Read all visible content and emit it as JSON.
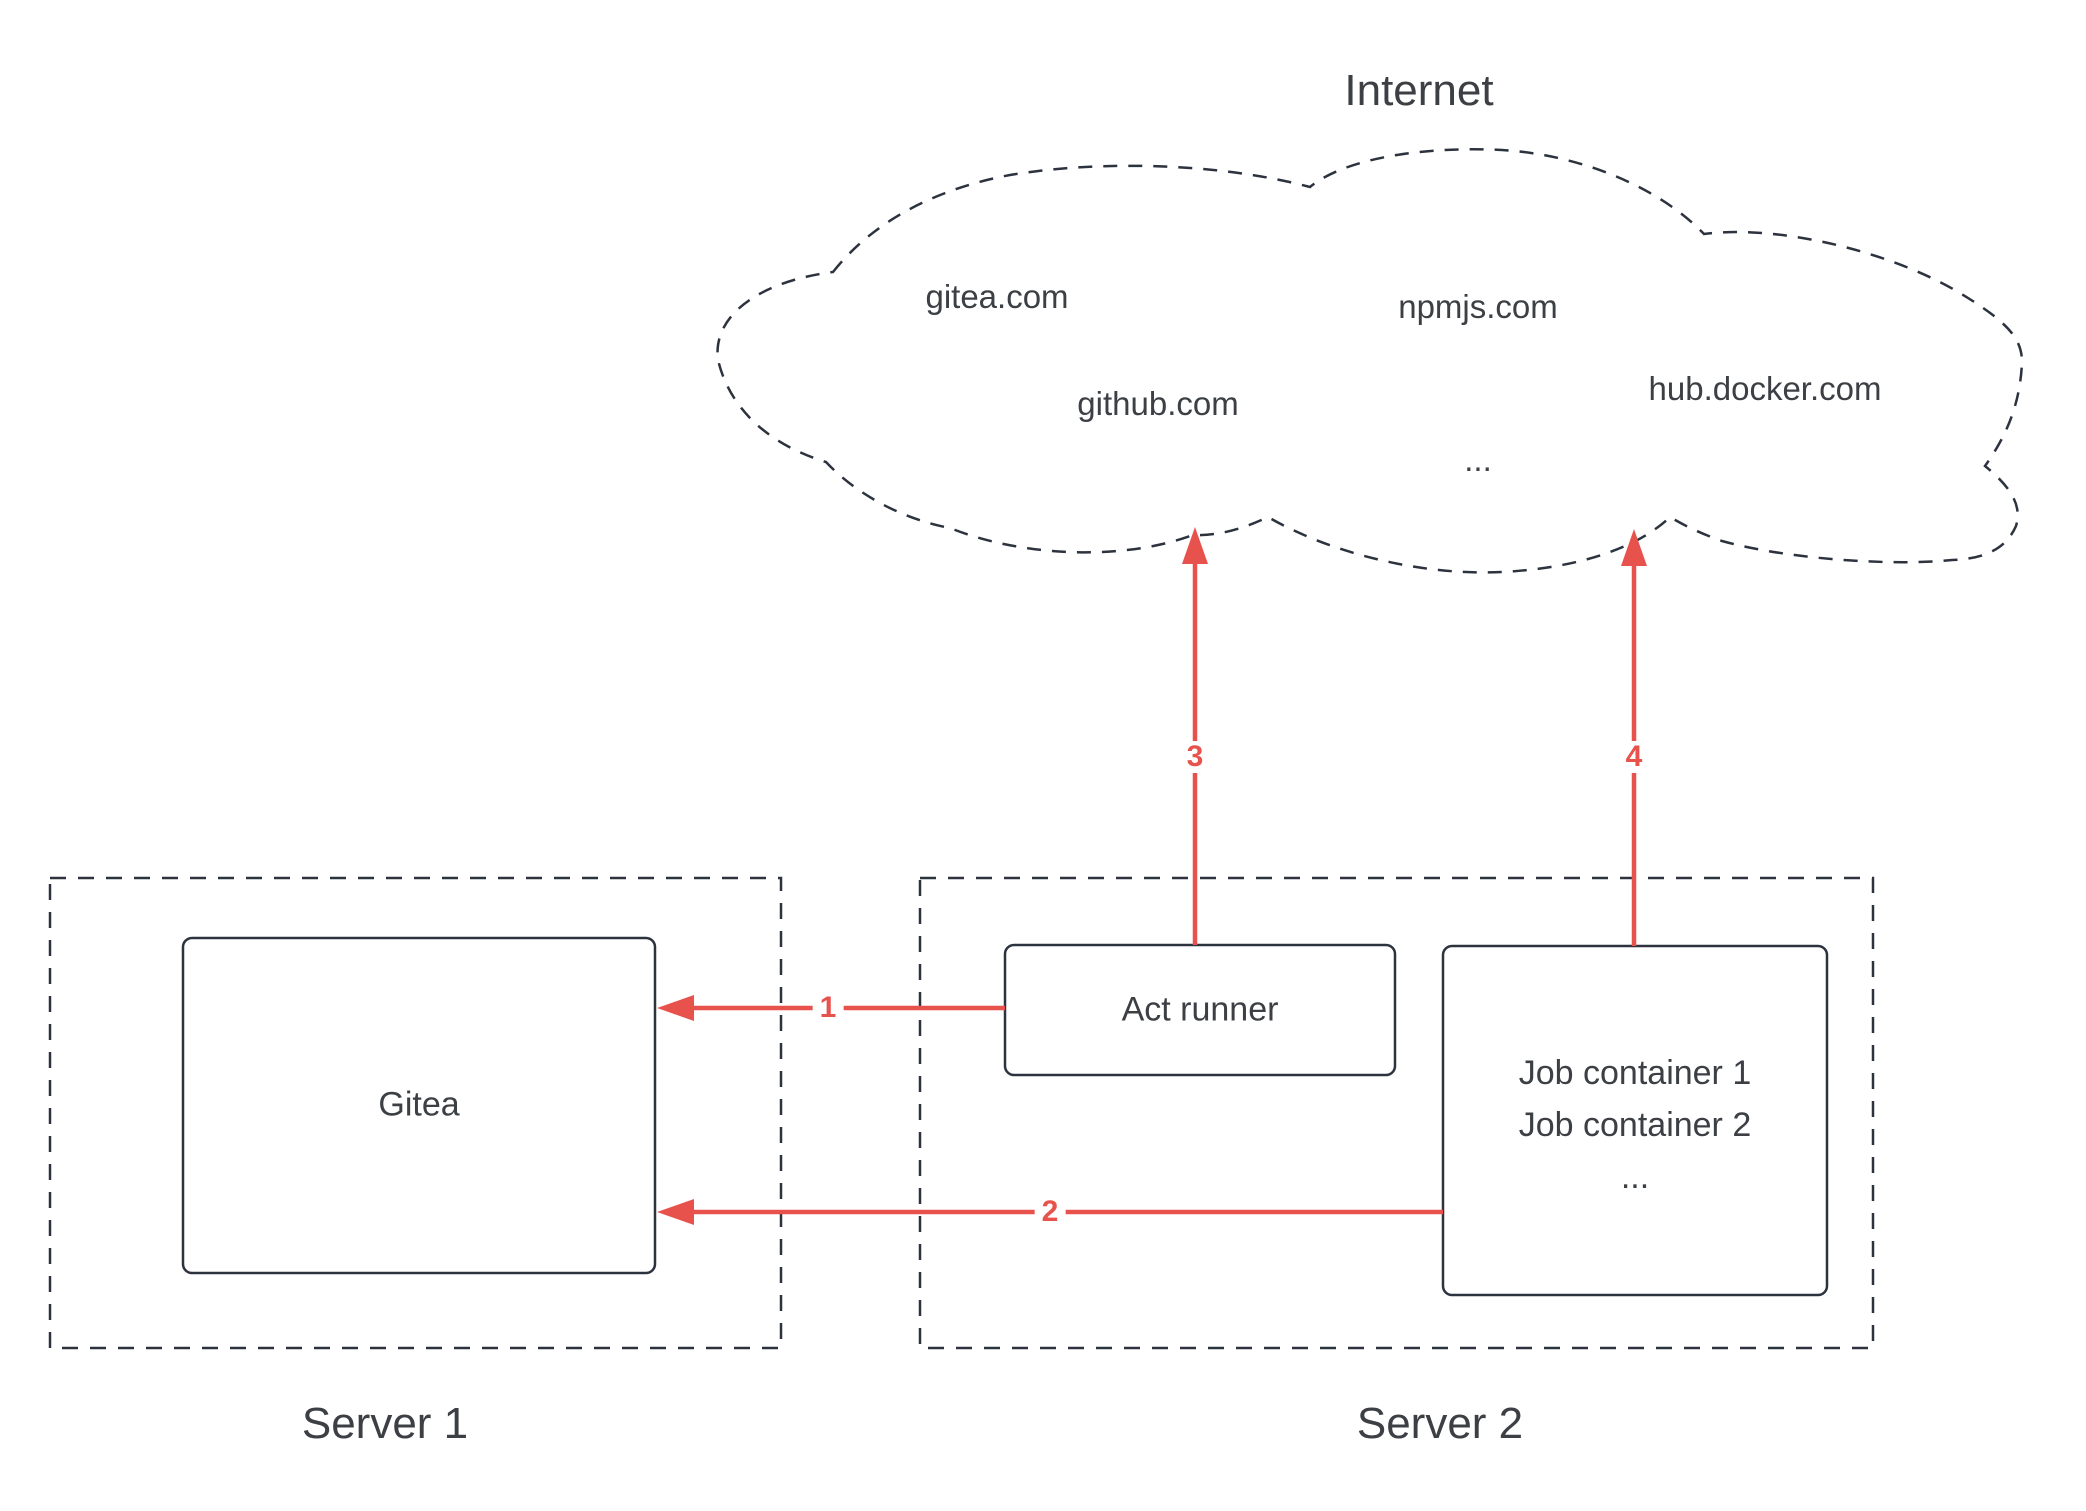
{
  "internet": {
    "title": "Internet",
    "domains": [
      {
        "label": "gitea.com"
      },
      {
        "label": "github.com"
      },
      {
        "label": "npmjs.com"
      },
      {
        "label": "hub.docker.com"
      },
      {
        "label": "..."
      }
    ]
  },
  "server1": {
    "label": "Server 1",
    "nodes": {
      "gitea": "Gitea"
    }
  },
  "server2": {
    "label": "Server 2",
    "nodes": {
      "act_runner": "Act runner",
      "job_containers": {
        "line1": "Job container 1",
        "line2": "Job container 2",
        "ellipsis": "..."
      }
    }
  },
  "arrows": [
    {
      "label": "1"
    },
    {
      "label": "2"
    },
    {
      "label": "3"
    },
    {
      "label": "4"
    }
  ],
  "colors": {
    "arrow_red": "#e8524d",
    "line_dark": "#2c333e",
    "text_dark": "#3c4045",
    "background": "#ffffff"
  }
}
